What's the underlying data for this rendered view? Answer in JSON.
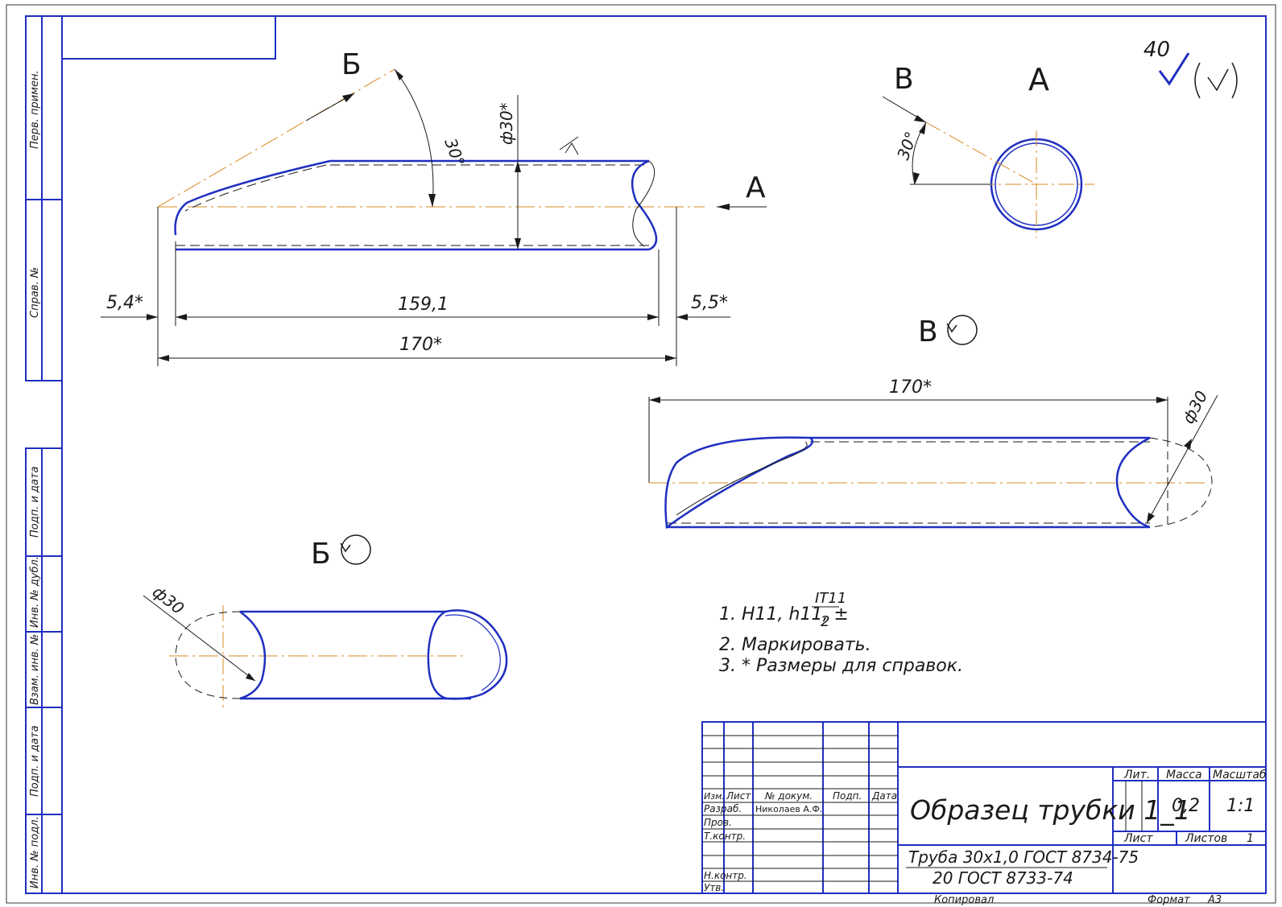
{
  "roughness": {
    "value": "40"
  },
  "views": {
    "A": {
      "arrow_letter": "А",
      "title": "А"
    },
    "B_cut": {
      "arrow_letter": "Б",
      "title": "Б"
    },
    "V_cut": {
      "arrow_letter": "В",
      "title": "В"
    }
  },
  "dimensions": {
    "angle_b": "30°",
    "angle_v": "30°",
    "diameter_main": "ф30*",
    "left_cut": "5,4*",
    "inner_length": "159,1",
    "right_cut": "5,5*",
    "overall_length": "170*",
    "view_v_length": "170*",
    "view_v_diameter": "ф30",
    "view_b_diameter": "ф30"
  },
  "notes": {
    "note1_prefix": "1. H11, h11, ±",
    "note1_numerator": "IT11",
    "note1_denominator": "2",
    "note2": "2. Маркировать.",
    "note3": "3.   * Размеры для справок."
  },
  "side_stamp": {
    "perv_primen": "Перв. примен.",
    "sprav_no": "Справ. №",
    "podp_data_1": "Подп. и дата",
    "inv_dubl": "Инв. № дубл.",
    "vzam_inv": "Взам. инв. №",
    "podp_data_2": "Подп. и дата",
    "inv_podl": "Инв. № подл."
  },
  "title_block": {
    "col_izm": "Изм.",
    "col_list": "Лист",
    "col_doc": "№ докум.",
    "col_podp": "Подп.",
    "col_data": "Дата",
    "razrab_label": "Разраб.",
    "razrab_name": "Николаев А.Ф.",
    "prov_label": "Пров.",
    "tkontr_label": "Т.контр.",
    "nkontr_label": "Н.контр.",
    "utv_label": "Утв.",
    "doc_title": "Образец трубки 1_1",
    "material_line1": "Труба 30х1,0 ГОСТ 8734-75",
    "material_line2": "20 ГОСТ 8733-74",
    "lit_label": "Лит.",
    "massa_label": "Масса",
    "masshtab_label": "Масштаб",
    "massa_value": "0,2",
    "masshtab_value": "1:1",
    "list_label": "Лист",
    "listov_label": "Листов",
    "listov_value": "1"
  },
  "footer": {
    "kopiroval": "Копировал",
    "format_label": "Формат",
    "format_value": "А3"
  },
  "colors": {
    "outline": "#1a1a1a",
    "contour": "#1f2fc0",
    "axis": "#d98a22",
    "frame": "#1f2fc0"
  }
}
